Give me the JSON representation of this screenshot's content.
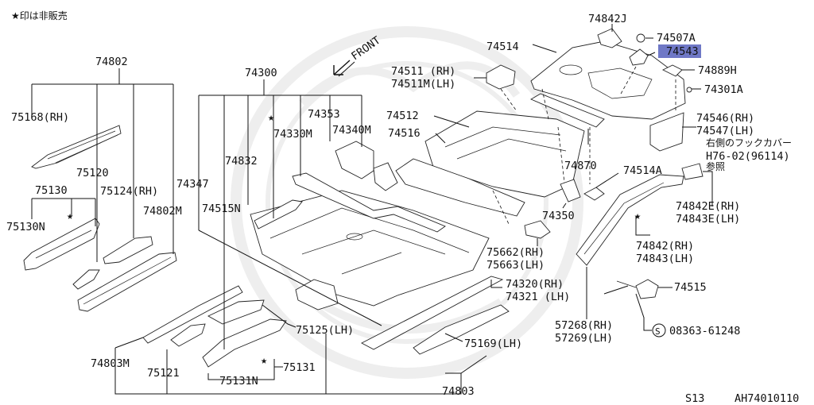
{
  "note": "★印は非販売",
  "highlight_color": "#6f78c6",
  "front_label": "FRONT",
  "footer": {
    "left": "S13",
    "right": "AH74010110"
  },
  "labels": {
    "p74802": "74802",
    "p75168rh": "75168(RH)",
    "p75120": "75120",
    "p75130": "75130",
    "p75124rh": "75124(RH)",
    "p74802m": "74802M",
    "p75130n": "75130N",
    "p74300": "74300",
    "p74353": "74353",
    "p74340m": "74340M",
    "p74330m": "74330M",
    "p74832": "74832",
    "p74347": "74347",
    "p74515n": "74515N",
    "p74511rh": "74511 (RH)",
    "p74511mlh": "74511M(LH)",
    "p74512": "74512",
    "p74516": "74516",
    "p74514": "74514",
    "p74842j": "74842J",
    "p74507a": "74507A",
    "p74543": "74543",
    "p74889h": "74889H",
    "p74301a": "74301A",
    "p74546rh": "74546(RH)",
    "p74547lh": "74547(LH)",
    "p_ref_jp": "右側のフックカバー",
    "p_ref_code": "H76-02(96114)",
    "p_ref_see": "参照",
    "p74870": "74870",
    "p74514a": "74514A",
    "p74842erh": "74842E(RH)",
    "p74843elh": "74843E(LH)",
    "p74350": "74350",
    "p74842rh": "74842(RH)",
    "p74843lh": "74843(LH)",
    "p75662rh": "75662(RH)",
    "p75663lh": "75663(LH)",
    "p74320rh": "74320(RH)",
    "p74321lh": "74321 (LH)",
    "p74515": "74515",
    "p57268rh": "57268(RH)",
    "p57269lh": "57269(LH)",
    "p08363": "08363-61248",
    "p08363_prefix": "S",
    "p75125lh": "75125(LH)",
    "p75169lh": "75169(LH)",
    "p74803m": "74803M",
    "p75121": "75121",
    "p75131": "75131",
    "p75131n": "75131N",
    "p74803": "74803"
  }
}
